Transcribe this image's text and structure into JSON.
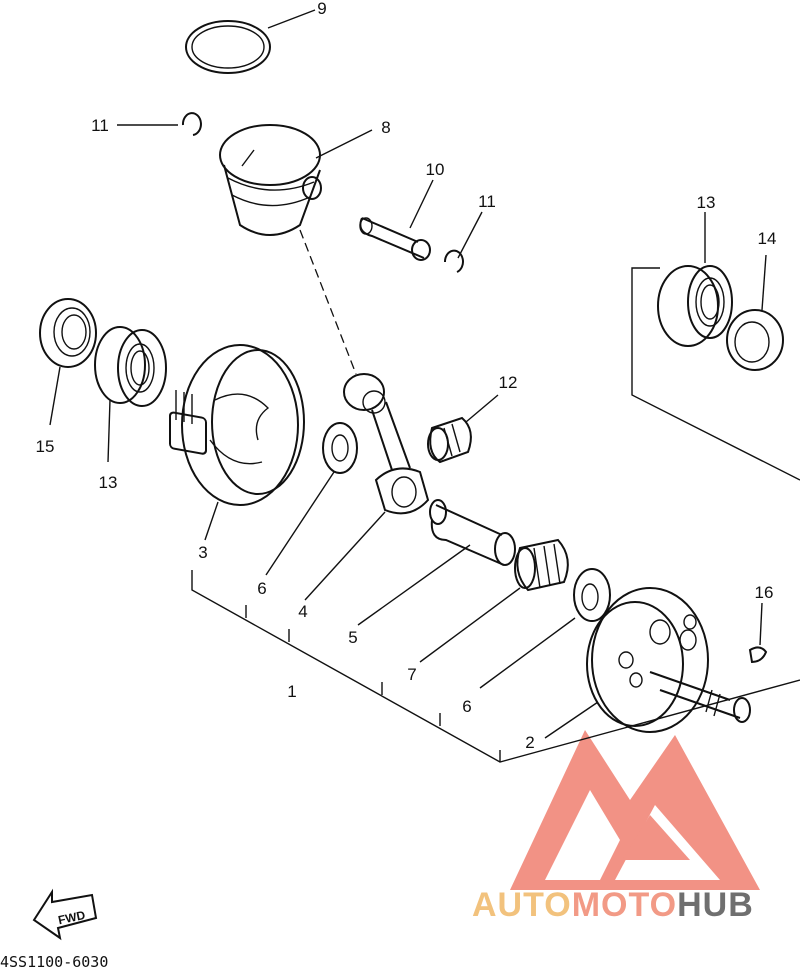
{
  "diagram": {
    "callouts": [
      {
        "id": "9",
        "label": "9"
      },
      {
        "id": "11a",
        "label": "11"
      },
      {
        "id": "8",
        "label": "8"
      },
      {
        "id": "10",
        "label": "10"
      },
      {
        "id": "11b",
        "label": "11"
      },
      {
        "id": "13a",
        "label": "13"
      },
      {
        "id": "14",
        "label": "14"
      },
      {
        "id": "12",
        "label": "12"
      },
      {
        "id": "15",
        "label": "15"
      },
      {
        "id": "13b",
        "label": "13"
      },
      {
        "id": "3",
        "label": "3"
      },
      {
        "id": "6a",
        "label": "6"
      },
      {
        "id": "4",
        "label": "4"
      },
      {
        "id": "5",
        "label": "5"
      },
      {
        "id": "1",
        "label": "1"
      },
      {
        "id": "7",
        "label": "7"
      },
      {
        "id": "6b",
        "label": "6"
      },
      {
        "id": "2",
        "label": "2"
      },
      {
        "id": "16",
        "label": "16"
      }
    ],
    "fwd_label": "FWD",
    "diagram_code": "4SS1100-6030"
  },
  "watermark": {
    "part1": "AUTO",
    "part2": "MOTO",
    "part3": "HUB",
    "colors": {
      "auto": "#f2c27d",
      "moto": "#f29a86",
      "hub": "#6f6f6f",
      "logo": "#f07f70"
    }
  }
}
